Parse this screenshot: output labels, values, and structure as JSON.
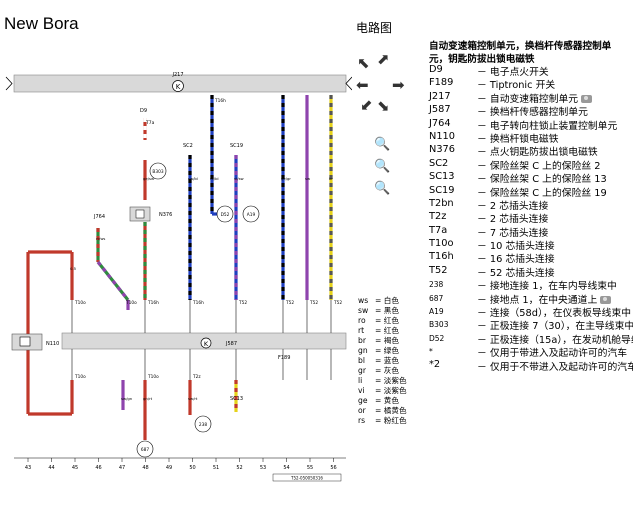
{
  "title": "New Bora",
  "diagram_label": "电路图",
  "icons": {
    "nav": [
      "arrow-up-left-icon",
      "arrow-up-right-icon",
      "arrow-left-icon",
      "arrow-right-icon",
      "arrow-down-left-icon",
      "arrow-down-right-icon"
    ],
    "zoom": [
      "zoom-in-icon",
      "zoom-out-icon",
      "zoom-fit-icon"
    ]
  },
  "heading": "自动变速箱控制单元，换档杆传感器控制单元，钥匙防拔出锁电磁铁",
  "legend": [
    {
      "code": "D9",
      "desc": "电子点火开关"
    },
    {
      "code": "F189",
      "desc": "Tiptronic 开关"
    },
    {
      "code": "J217",
      "desc": "自动变速箱控制单元",
      "camera": true
    },
    {
      "code": "J587",
      "desc": "换档杆传感器控制单元"
    },
    {
      "code": "J764",
      "desc": "电子转向柱锁止装置控制单元"
    },
    {
      "code": "N110",
      "desc": "换档杆锁电磁铁"
    },
    {
      "code": "N376",
      "desc": "点火钥匙防拔出锁电磁铁"
    },
    {
      "code": "SC2",
      "desc": "保险丝架 C 上的保险丝 2"
    },
    {
      "code": "SC13",
      "desc": "保险丝架 C 上的保险丝 13"
    },
    {
      "code": "SC19",
      "desc": "保险丝架 C 上的保险丝 19"
    },
    {
      "code": "T2bn",
      "desc": "2 芯插头连接"
    },
    {
      "code": "T2z",
      "desc": "2 芯插头连接"
    },
    {
      "code": "T7a",
      "desc": "7 芯插头连接"
    },
    {
      "code": "T10o",
      "desc": "10 芯插头连接"
    },
    {
      "code": "T16h",
      "desc": "16 芯插头连接"
    },
    {
      "code": "T52",
      "desc": "52 芯插头连接"
    },
    {
      "code": "238",
      "desc": "接地连接 1，在车内导线束中",
      "small": true
    },
    {
      "code": "687",
      "desc": "接地点 1，在中央通道上",
      "camera": true,
      "small": true
    },
    {
      "code": "A19",
      "desc": "连接（58d），在仪表板导线束中",
      "small": true
    },
    {
      "code": "B303",
      "desc": "正极连接 7（30），在主导线束中",
      "small": true
    },
    {
      "code": "D52",
      "desc": "正极连接（15a），在发动机舱导线",
      "small": true
    },
    {
      "code": "*",
      "desc": "仅用于带进入及起动许可的汽车",
      "small": true
    },
    {
      "code": "*2",
      "desc": "仅用于不带进入及起动许可的汽车"
    }
  ],
  "color_key": [
    {
      "abbr": "ws",
      "name": "白色"
    },
    {
      "abbr": "sw",
      "name": "黑色"
    },
    {
      "abbr": "ro",
      "name": "红色"
    },
    {
      "abbr": "rt",
      "name": "红色"
    },
    {
      "abbr": "br",
      "name": "褐色"
    },
    {
      "abbr": "gn",
      "name": "绿色"
    },
    {
      "abbr": "bl",
      "name": "蓝色"
    },
    {
      "abbr": "gr",
      "name": "灰色"
    },
    {
      "abbr": "li",
      "name": "淡紫色"
    },
    {
      "abbr": "vi",
      "name": "淡紫色"
    },
    {
      "abbr": "ge",
      "name": "黄色"
    },
    {
      "abbr": "or",
      "name": "橘黄色"
    },
    {
      "abbr": "rs",
      "name": "粉红色"
    }
  ],
  "diagram": {
    "top_bus_label": "J217",
    "mid_bus_label": "J587",
    "mid_bus_sub": "F189",
    "k_symbol": "K",
    "components": {
      "d9": "D9",
      "t7a": "T7a",
      "b303": "B303",
      "n376": "N376",
      "j764": "J764",
      "n110": "N110",
      "d52": "D52",
      "a19": "A19",
      "g238": "238",
      "g687": "687",
      "sc2": "SC2",
      "sc19": "SC19",
      "sc13": "SC13"
    },
    "columns": [
      "43",
      "44",
      "45",
      "46",
      "47",
      "48",
      "49",
      "50",
      "51",
      "52",
      "53",
      "54",
      "55",
      "56"
    ],
    "connectors": [
      "T10o",
      "T10o",
      "T16h",
      "T16h",
      "T16h",
      "T52",
      "T52",
      "T52",
      "T52",
      "T10o",
      "T10o",
      "T2z"
    ],
    "wire_labels": [
      "0.5",
      "ge/sw",
      "sw/bl",
      "ro/bl",
      "vi/sw",
      "ge/gr",
      "sw",
      "br",
      "rt/ws",
      "sw/gn",
      "gn/rt",
      "sw/rt"
    ],
    "footer_code": "T52-050050316"
  }
}
